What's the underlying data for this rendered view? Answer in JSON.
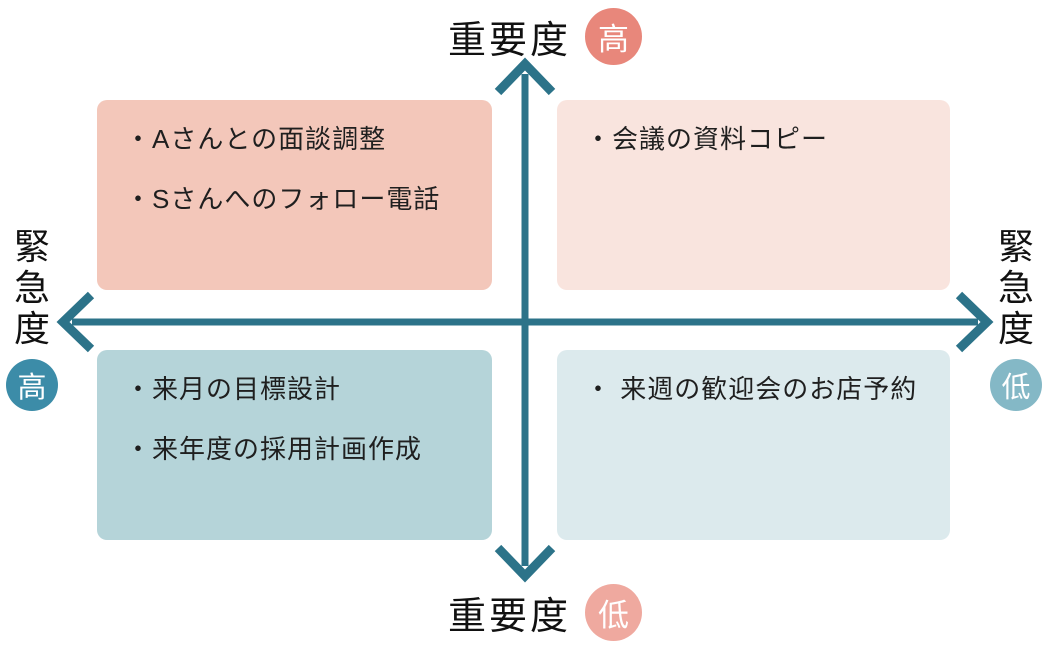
{
  "axes": {
    "top": {
      "label": "重要度",
      "badge": "高"
    },
    "bottom": {
      "label": "重要度",
      "badge": "低"
    },
    "left": {
      "label": "緊急度",
      "badge": "高"
    },
    "right": {
      "label": "緊急度",
      "badge": "低"
    }
  },
  "quadrants": {
    "top_left": {
      "items": [
        "・Aさんとの面談調整",
        "・Sさんへのフォロー電話"
      ]
    },
    "top_right": {
      "items": [
        "・会議の資料コピー"
      ]
    },
    "bottom_left": {
      "items": [
        "・来月の目標設計",
        "・来年度の採用計画作成"
      ]
    },
    "bottom_right": {
      "items": [
        "・ 来週の歓迎会のお店予約"
      ]
    }
  },
  "colors": {
    "arrow": "#2C7389",
    "badge_importance_high": "#E8877B",
    "badge_importance_low": "#EFA99F",
    "badge_urgency_high": "#3C8CA8",
    "badge_urgency_low": "#84B8C6",
    "quadrant_top_left": "#F3C7BA",
    "quadrant_top_right": "#F9E4DE",
    "quadrant_bottom_left": "#B5D4D9",
    "quadrant_bottom_right": "#DCEAED"
  }
}
